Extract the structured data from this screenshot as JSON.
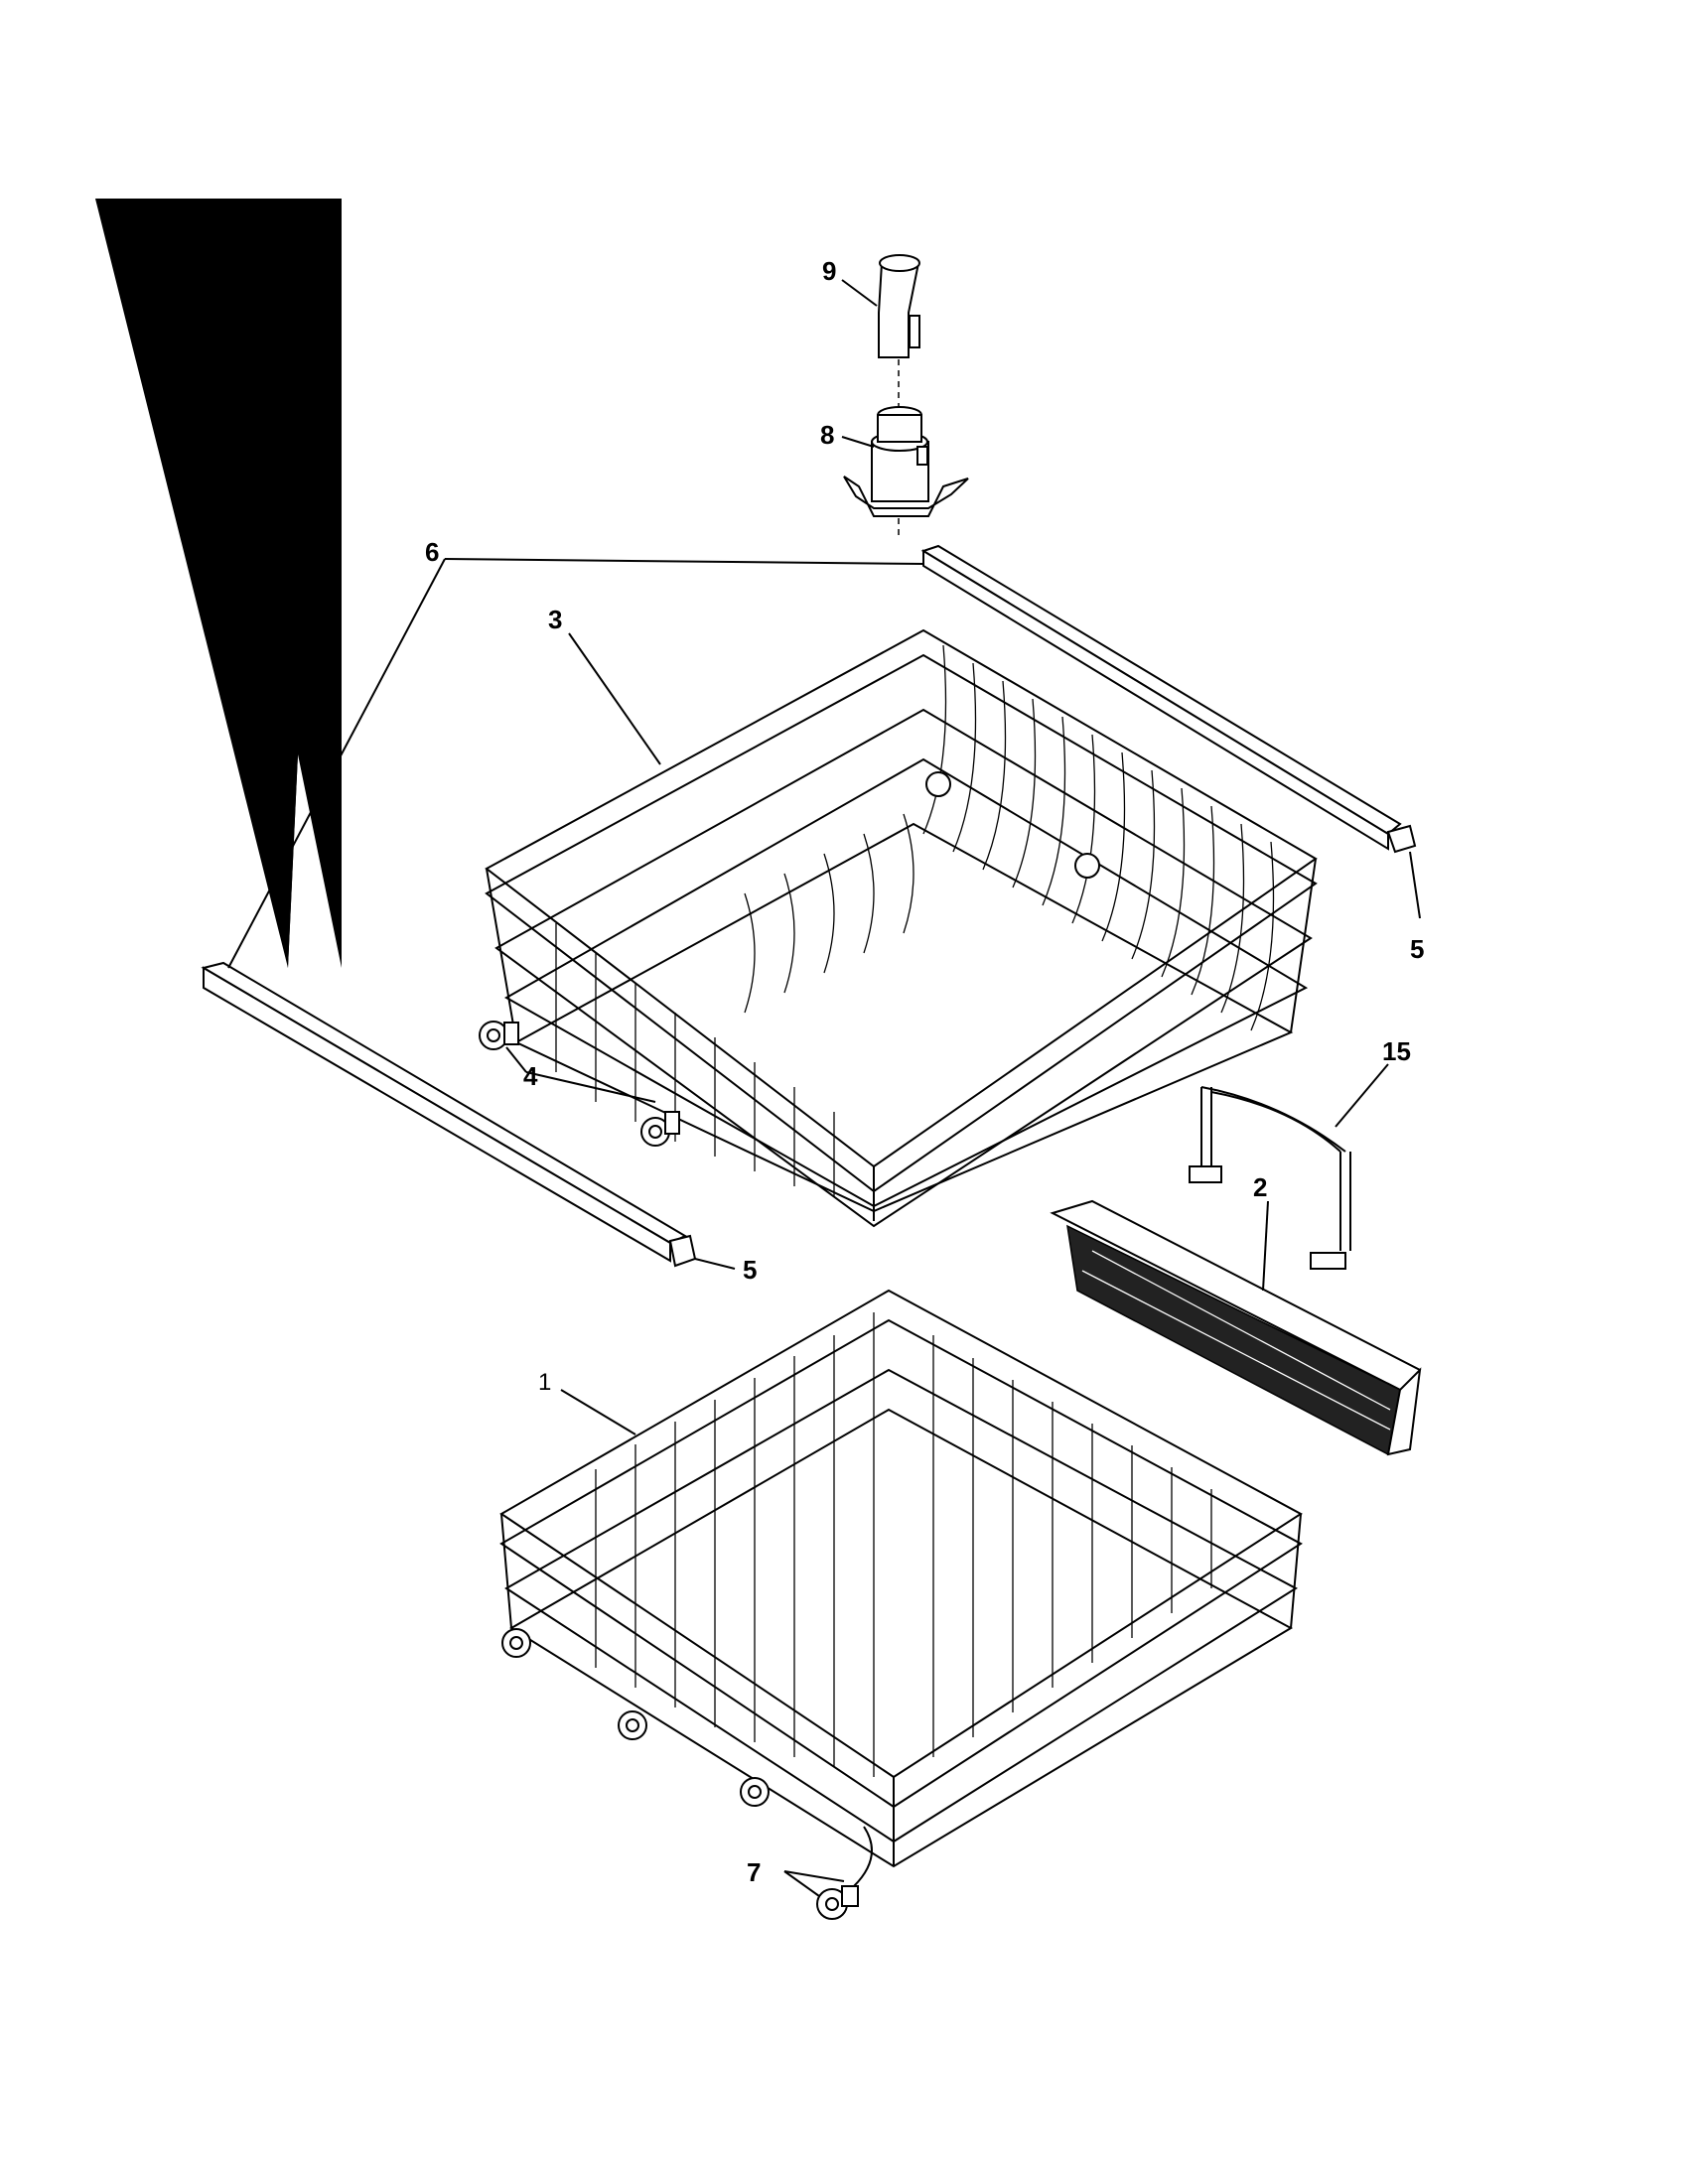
{
  "diagram": {
    "title": "",
    "callouts": [
      {
        "id": "c1",
        "label": "1"
      },
      {
        "id": "c2",
        "label": "2"
      },
      {
        "id": "c3",
        "label": "3"
      },
      {
        "id": "c4",
        "label": "4"
      },
      {
        "id": "c5a",
        "label": "5"
      },
      {
        "id": "c5b",
        "label": "5"
      },
      {
        "id": "c6",
        "label": "6"
      },
      {
        "id": "c7",
        "label": "7"
      },
      {
        "id": "c8",
        "label": "8"
      },
      {
        "id": "c9",
        "label": "9"
      },
      {
        "id": "c15",
        "label": "15"
      }
    ]
  }
}
